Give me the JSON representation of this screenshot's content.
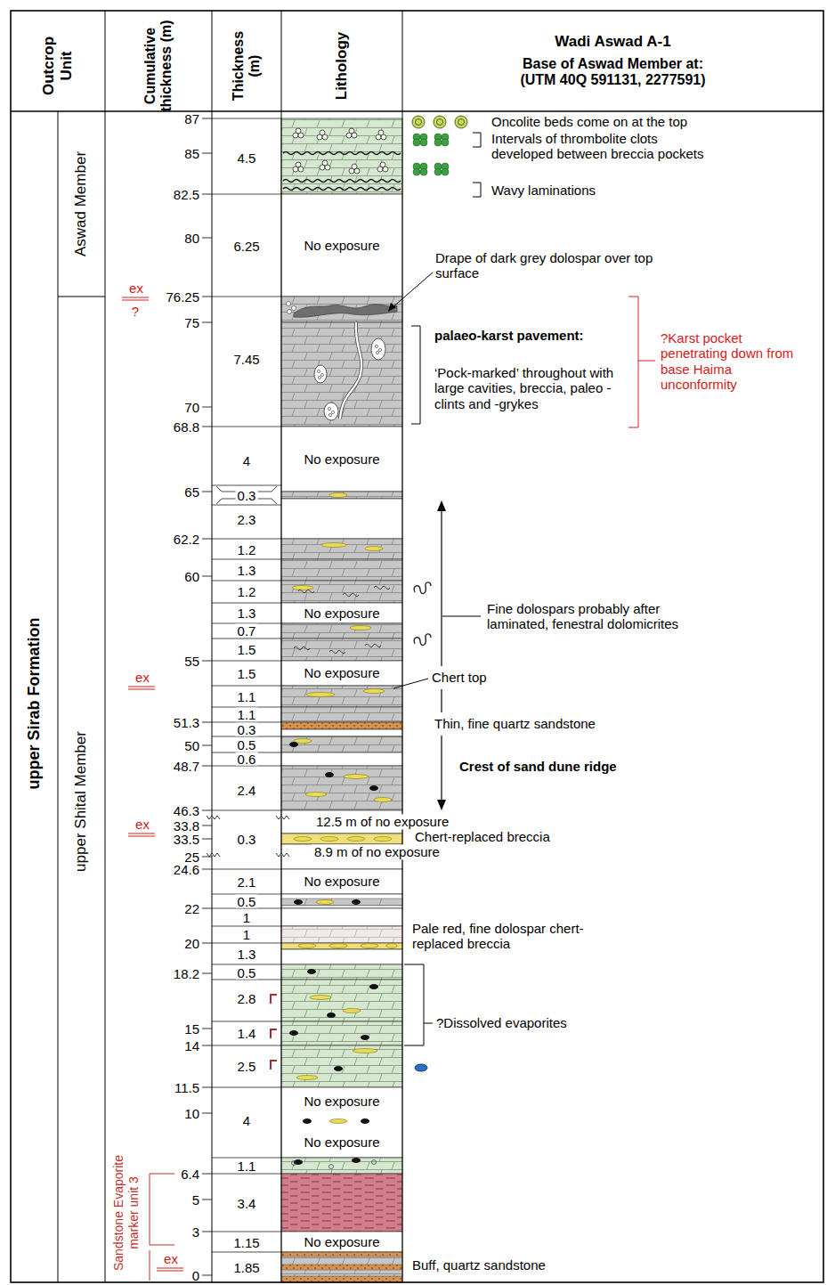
{
  "diagram": {
    "nodes": [
      {
        "text": [
          "Outcrop Unit"
        ]
      },
      {
        "text": [
          "Cumulative thickness (m)"
        ]
      },
      {
        "text": [
          "Thickness (m)"
        ]
      },
      {
        "text": [
          "Lithology"
        ]
      },
      {
        "text": [
          "Wadi Aswad A-1",
          "Base of Aswad Member at: (UTM 40Q 591131, 2277591)"
        ]
      },
      {
        "text": [
          "upper Sirab Formation"
        ]
      },
      {
        "text": [
          "Aswad Member"
        ]
      },
      {
        "text": [
          "upper Shital Member"
        ]
      },
      {
        "text": [
          "No exposure"
        ]
      },
      {
        "text": [
          "No exposure"
        ]
      },
      {
        "text": [
          "No exposure"
        ]
      },
      {
        "text": [
          "No exposure"
        ]
      },
      {
        "text": [
          "No exposure"
        ]
      },
      {
        "text": [
          "No exposure"
        ]
      },
      {
        "text": [
          "No exposure"
        ]
      },
      {
        "text": [
          "No exposure"
        ]
      }
    ],
    "labels": [
      "87",
      "85",
      "82.5",
      "80",
      "76.25",
      "75",
      "70",
      "68.8",
      "65",
      "62.2",
      "60",
      "55",
      "51.3",
      "50",
      "48.7",
      "46.3",
      "33.8",
      "33.5",
      "25",
      "24.6",
      "22",
      "20",
      "18.2",
      "15",
      "14",
      "11.5",
      "10",
      "6.4",
      "5",
      "3",
      "0",
      "4.5",
      "6.25",
      "7.45",
      "4",
      "0.3",
      "2.3",
      "1.2",
      "1.3",
      "1.2",
      "1.3",
      "0.7",
      "1.5",
      "1.5",
      "1.1",
      "1.1",
      "0.3",
      "0.5",
      "0.6",
      "2.4",
      "0.3",
      "2.1",
      "0.5",
      "1",
      "1",
      "1.3",
      "0.5",
      "2.8",
      "1.4",
      "2.5",
      "4",
      "1.1",
      "3.4",
      "1.15",
      "1.85",
      "Oncolite beds come on at the top",
      "Intervals of thrombolite clots developed between breccia pockets",
      "Wavy laminations",
      "Drape of dark grey dolospar over top surface",
      "palaeo-karst pavement:",
      "‘Pock-marked’ throughout with large cavities, breccia, paleo -clints and -grykes",
      "?Karst pocket penetrating down from base Haima unconformity",
      "Fine dolospars probably after laminated, fenestral dolomicrites",
      "Chert top",
      "Thin, fine quartz sandstone",
      "Crest of sand dune ridge",
      "12.5 m of no exposure",
      "Chert-replaced breccia",
      "8.9 m of no exposure",
      "Pale red, fine dolospar chert-replaced breccia",
      "?Dissolved evaporites",
      "Buff, quartz sandstone",
      "ex",
      "?",
      "ex",
      "ex",
      "ex",
      "Sandstone Evaporite marker unit 3"
    ]
  }
}
